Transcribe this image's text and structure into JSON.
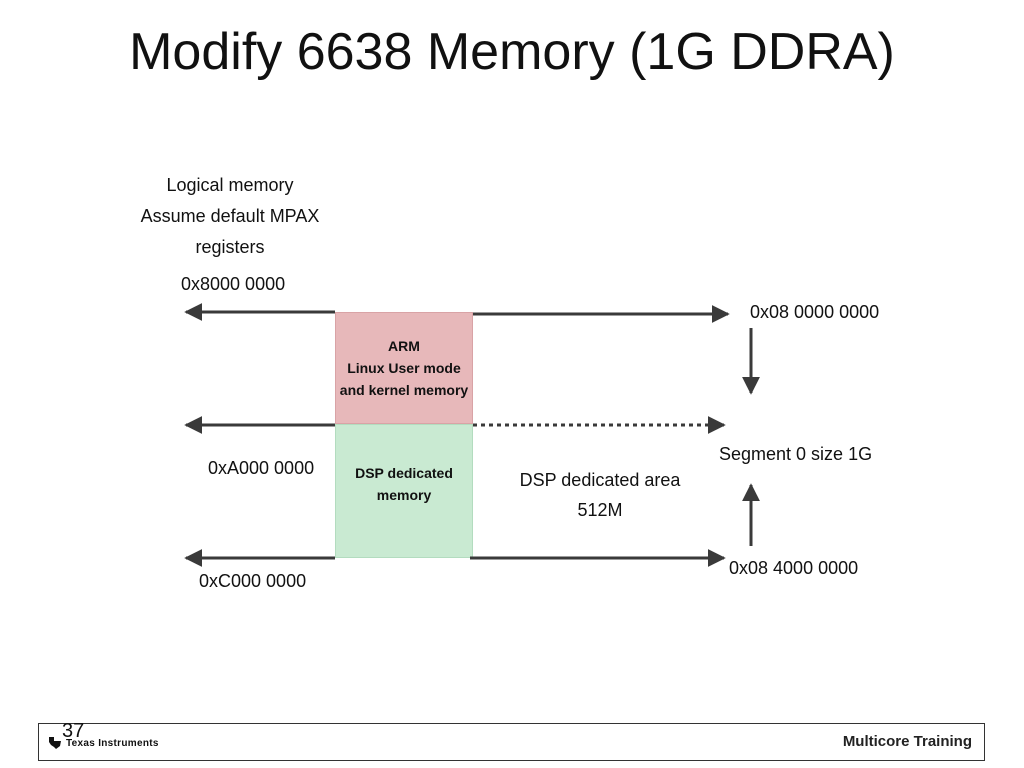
{
  "slide": {
    "title": "Modify 6638 Memory (1G DDRA)",
    "page_number": "37",
    "footer_brand": "Multicore Training",
    "logo_text": "Texas Instruments"
  },
  "diagram": {
    "left_heading": [
      "Logical memory",
      "Assume default MPAX",
      "registers"
    ],
    "left_addresses": {
      "top": "0x8000 0000",
      "middle": "0xA000 0000",
      "bottom": "0xC000 0000"
    },
    "boxes": {
      "arm": [
        "ARM",
        "Linux User mode",
        "and kernel memory"
      ],
      "dsp": [
        "DSP dedicated",
        "memory"
      ]
    },
    "center_label": [
      "DSP dedicated area",
      "512M"
    ],
    "right_addresses": {
      "top": "0x08 0000 0000",
      "segment": "Segment 0 size 1G",
      "bottom": "0x08 4000 0000"
    },
    "colors": {
      "arm_box": "#e7b8ba",
      "dsp_box": "#c9ead2",
      "arrow": "#3a3a3a"
    }
  }
}
